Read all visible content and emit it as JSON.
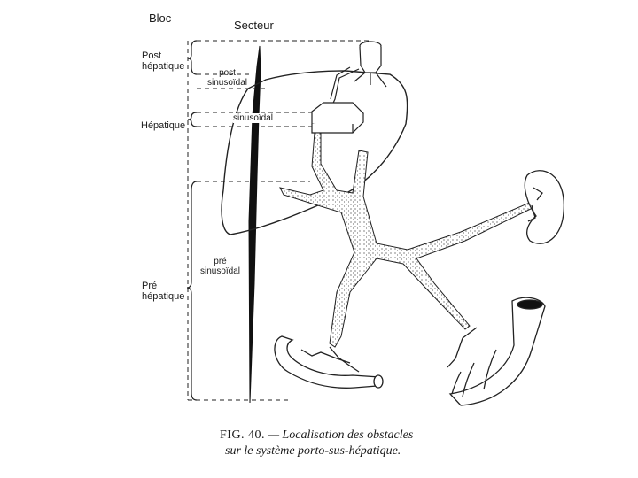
{
  "headers": {
    "bloc": "Bloc",
    "secteur": "Secteur"
  },
  "blocks": {
    "post_hepatique_line1": "Post",
    "post_hepatique_line2": "hépatique",
    "hepatique": "Hépatique",
    "pre_hepatique_line1": "Pré",
    "pre_hepatique_line2": "hépatique"
  },
  "sectors": {
    "post_sinusoidal_line1": "post",
    "post_sinusoidal_line2": "sinusoïdal",
    "sinusoidal": "sinusoïdal",
    "pre_sinusoidal_line1": "pré",
    "pre_sinusoidal_line2": "sinusoïdal"
  },
  "caption": {
    "fig_number": "FIG. 40.",
    "dash": "—",
    "line1": "Localisation des obstacles",
    "line2": "sur le système porto-sus-hépatique."
  },
  "colors": {
    "ink": "#1a1a1a",
    "background": "#ffffff"
  }
}
